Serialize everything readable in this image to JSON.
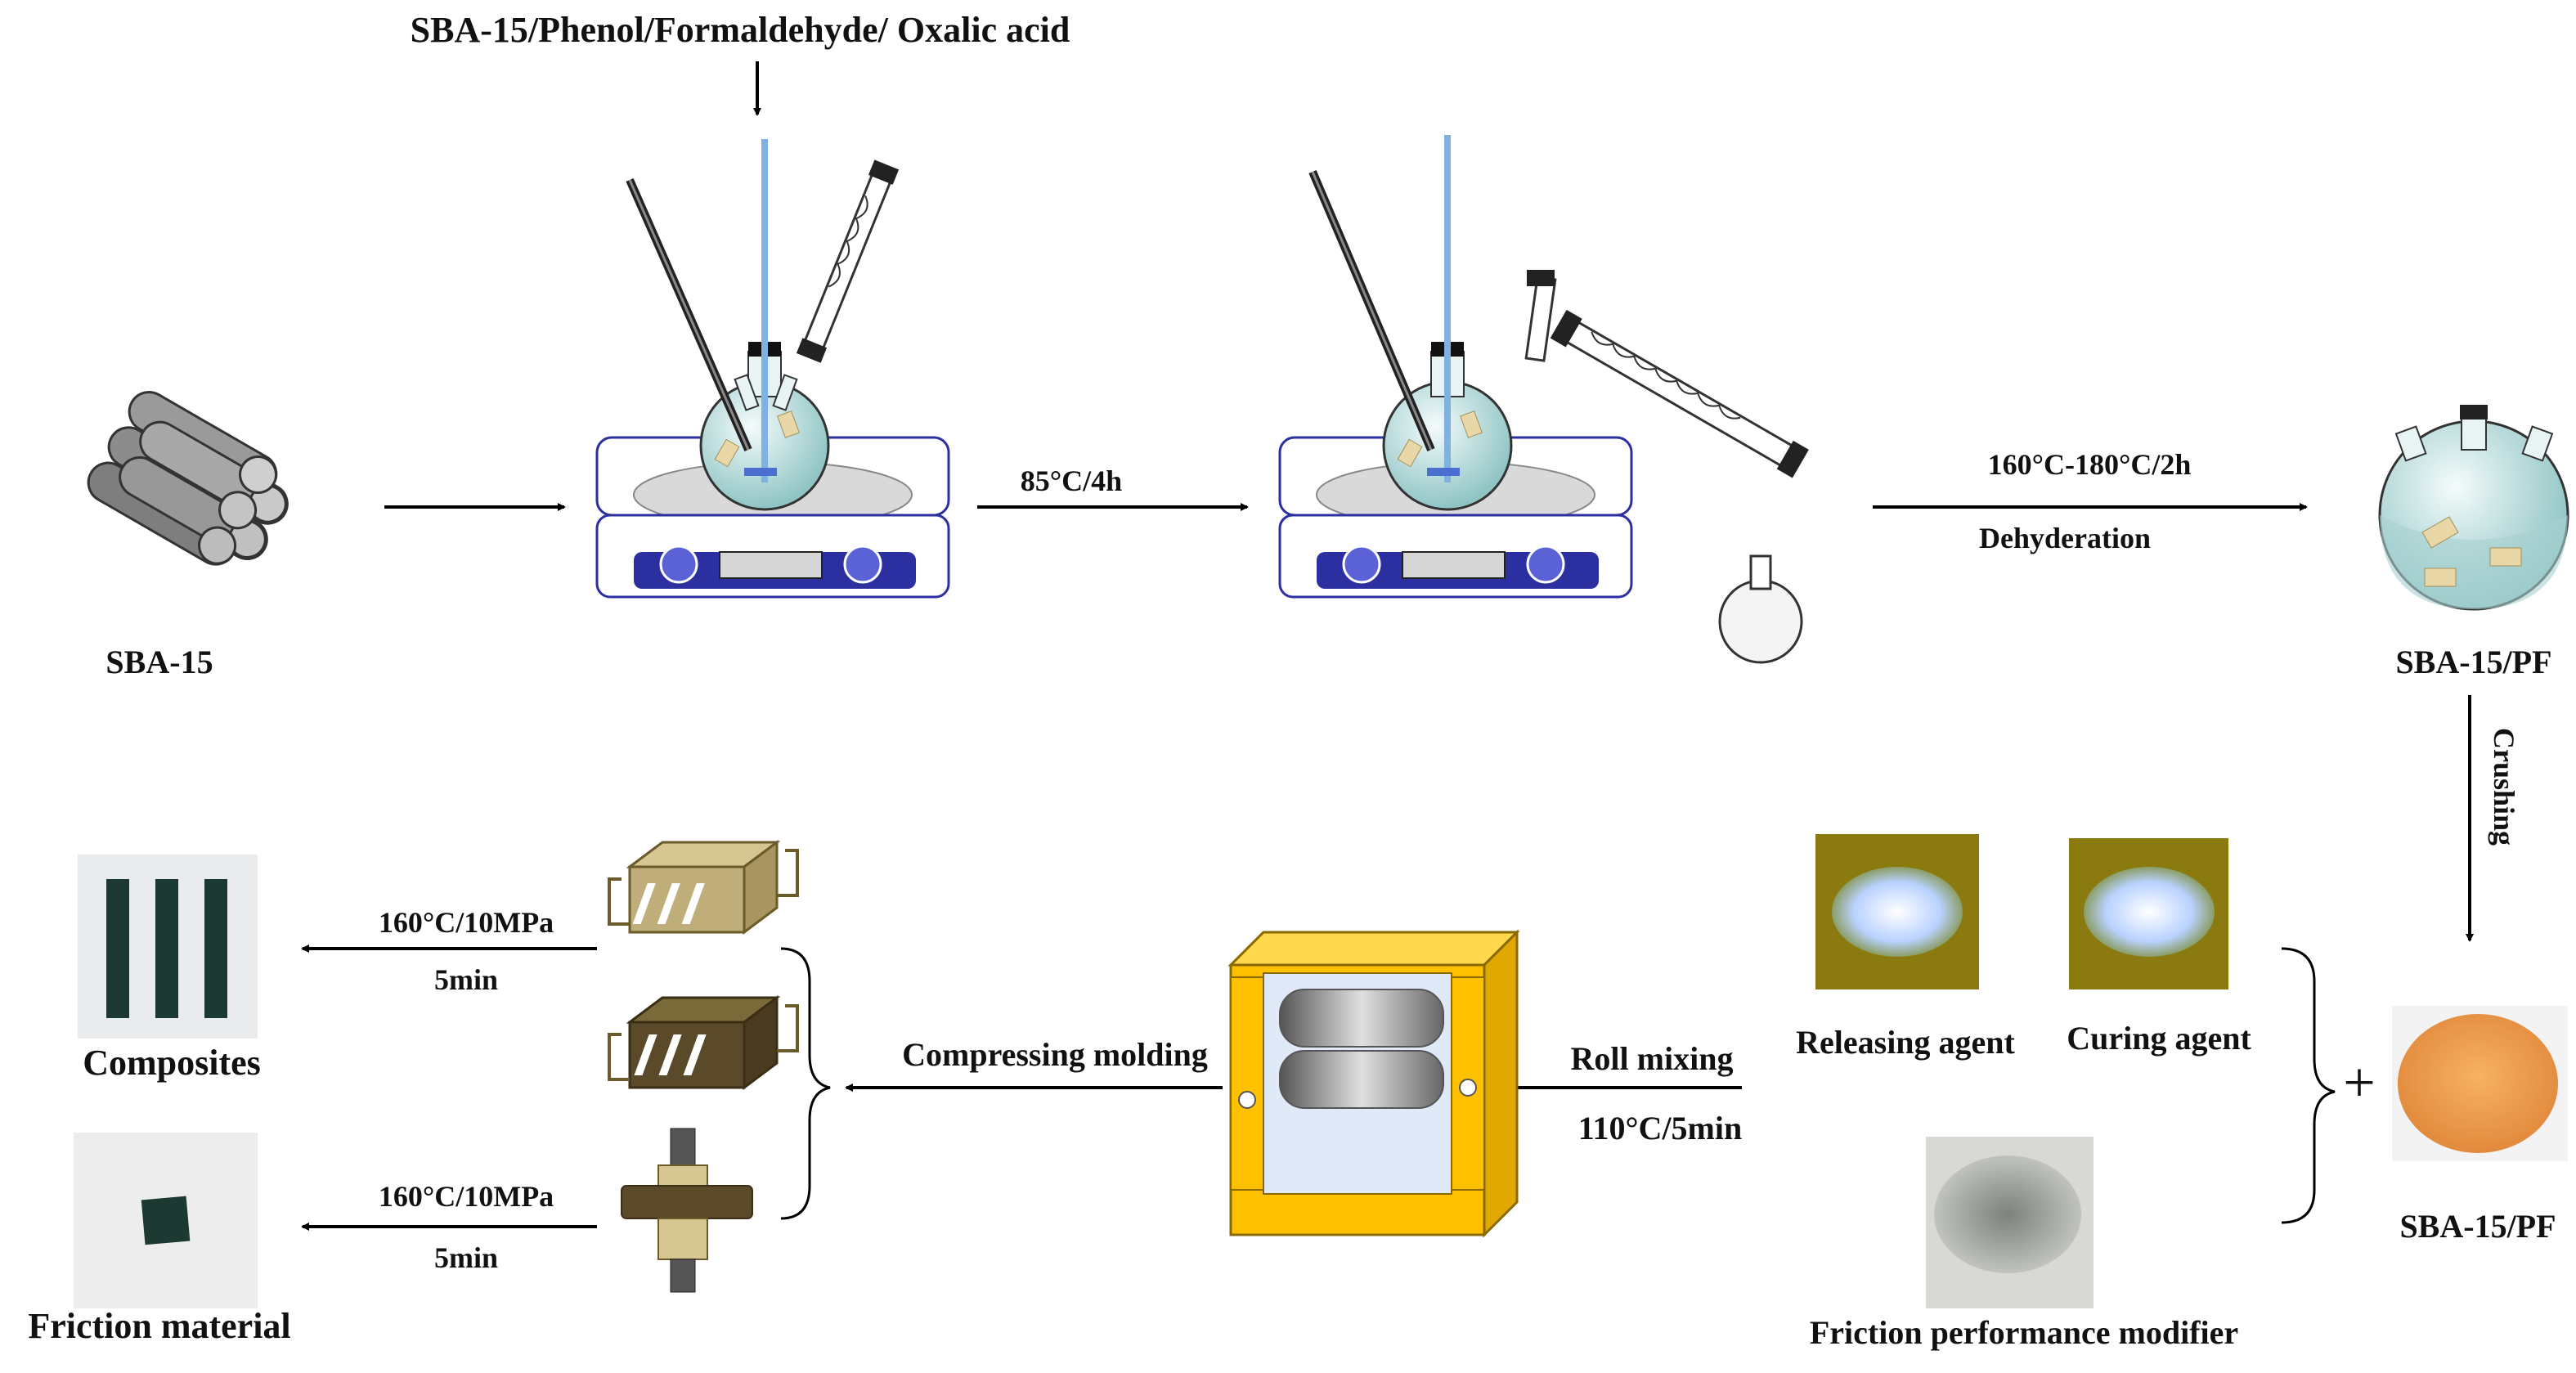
{
  "title": "SBA-15/Phenol/Formaldehyde/ Oxalic acid",
  "materials": {
    "sba15": "SBA-15",
    "sba15pf_flask": "SBA-15/PF",
    "sba15pf_powder": "SBA-15/PF",
    "releasing_agent": "Releasing agent",
    "curing_agent": "Curing agent",
    "friction_modifier": "Friction performance modifier",
    "composites": "Composites",
    "friction_material": "Friction material"
  },
  "steps": {
    "reaction": "85°C/4h",
    "dehydration_temp": "160°C-180°C/2h",
    "dehydration": "Dehyderation",
    "crushing": "Crushing",
    "roll_mixing": "Roll mixing",
    "roll_mixing_cond": "110°C/5min",
    "compressing": "Compressing molding",
    "press1_cond": "160°C/10MPa",
    "press1_time": "5min",
    "press2_cond": "160°C/10MPa",
    "press2_time": "5min",
    "plus": "+"
  },
  "colors": {
    "hotplate": "#2b2fa0",
    "flask": "#bfe0e0",
    "mixer": "#ffc000",
    "mold_light": "#bfae7a",
    "mold_dark": "#5b4a2a",
    "powder_orange": "#f0a050",
    "powder_blue": "#c8dcff",
    "powder_gray": "#8a908a",
    "olive_bg": "#8a7a10"
  }
}
